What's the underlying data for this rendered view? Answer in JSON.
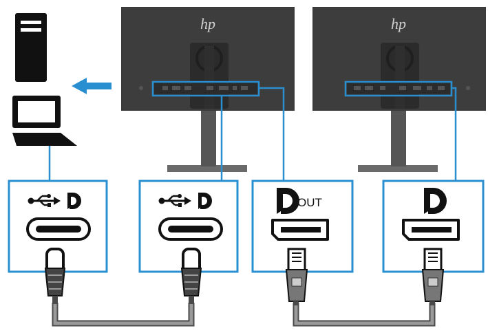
{
  "monitors": [
    {
      "id": "monitor-1",
      "logo": "hp"
    },
    {
      "id": "monitor-2",
      "logo": "hp"
    }
  ],
  "host_devices": {
    "desktop_icon": "desktop-tower-icon",
    "laptop_icon": "laptop-icon",
    "arrow_icon": "arrow-left-icon"
  },
  "ports": [
    {
      "id": "port-1",
      "icons": [
        "usb-icon",
        "displayport-icon"
      ],
      "connector": "usb-c",
      "label": ""
    },
    {
      "id": "port-2",
      "icons": [
        "usb-icon",
        "displayport-icon"
      ],
      "connector": "usb-c",
      "label": ""
    },
    {
      "id": "port-3",
      "icons": [
        "displayport-icon"
      ],
      "connector": "displayport",
      "label": "OUT"
    },
    {
      "id": "port-4",
      "icons": [
        "displayport-icon"
      ],
      "connector": "displayport",
      "label": ""
    }
  ],
  "colors": {
    "accent": "#2a8fd0",
    "monitor": "#3a3a3a",
    "bezel": "#2b2b2b",
    "stand": "#555555",
    "base": "#6a6a6a",
    "cable": "#999999",
    "cable_dark": "#4a4a4a",
    "icon": "#111111"
  }
}
